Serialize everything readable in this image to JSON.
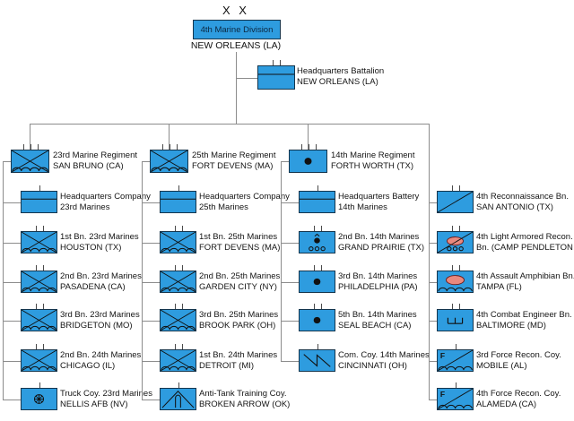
{
  "division": {
    "echelon": "X X",
    "name": "4th Marine Division",
    "location": "NEW ORLEANS (LA)"
  },
  "hq_battalion": {
    "line1": "Headquarters Battalion",
    "line2": "NEW ORLEANS (LA)",
    "symbol": "hq",
    "ticks": 2
  },
  "columns": [
    {
      "regiment": {
        "line1": "23rd Marine Regiment",
        "line2": "SAN BRUNO (CA)",
        "symbol": "inf-amphib",
        "ticks": 3
      },
      "units": [
        {
          "line1": "Headquarters Company",
          "line2": "23rd Marines",
          "symbol": "hq",
          "ticks": 1,
          "row": 0
        },
        {
          "line1": "1st Bn. 23rd Marines",
          "line2": "HOUSTON (TX)",
          "symbol": "inf-amphib",
          "ticks": 2,
          "row": 1
        },
        {
          "line1": "2nd Bn. 23rd Marines",
          "line2": "PASADENA (CA)",
          "symbol": "inf-amphib",
          "ticks": 2,
          "row": 2
        },
        {
          "line1": "3rd Bn. 23rd Marines",
          "line2": "BRIDGETON (MO)",
          "symbol": "inf-amphib",
          "ticks": 2,
          "row": 3
        },
        {
          "line1": "2nd Bn. 24th Marines",
          "line2": "CHICAGO (IL)",
          "symbol": "inf-amphib",
          "ticks": 2,
          "row": 4
        },
        {
          "line1": "Truck Coy. 23rd Marines",
          "line2": "NELLIS AFB (NV)",
          "symbol": "truck",
          "ticks": 1,
          "row": 5
        }
      ]
    },
    {
      "regiment": {
        "line1": "25th Marine Regiment",
        "line2": "FORT DEVENS (MA)",
        "symbol": "inf-amphib",
        "ticks": 3
      },
      "units": [
        {
          "line1": "Headquarters Company",
          "line2": "25th Marines",
          "symbol": "hq",
          "ticks": 1,
          "row": 0
        },
        {
          "line1": "1st Bn. 25th Marines",
          "line2": "FORT DEVENS (MA)",
          "symbol": "inf-amphib",
          "ticks": 2,
          "row": 1
        },
        {
          "line1": "2nd Bn. 25th Marines",
          "line2": "GARDEN CITY (NY)",
          "symbol": "inf-amphib",
          "ticks": 2,
          "row": 2
        },
        {
          "line1": "3rd Bn. 25th Marines",
          "line2": "BROOK PARK (OH)",
          "symbol": "inf-amphib",
          "ticks": 2,
          "row": 3
        },
        {
          "line1": "1st Bn. 24th Marines",
          "line2": "DETROIT (MI)",
          "symbol": "inf-amphib",
          "ticks": 2,
          "row": 4
        },
        {
          "line1": "Anti-Tank Training Coy.",
          "line2": "BROKEN ARROW (OK)",
          "symbol": "at-training",
          "ticks": 1,
          "row": 5
        }
      ]
    },
    {
      "regiment": {
        "line1": "14th Marine Regiment",
        "line2": "FORTH WORTH (TX)",
        "symbol": "arty",
        "ticks": 3
      },
      "units": [
        {
          "line1": "Headquarters Battery",
          "line2": "14th Marines",
          "symbol": "hq",
          "ticks": 1,
          "row": 0
        },
        {
          "line1": "2nd Bn. 14th Marines",
          "line2": "GRAND PRAIRIE (TX)",
          "symbol": "arty-towed",
          "ticks": 2,
          "row": 1
        },
        {
          "line1": "3rd Bn. 14th Marines",
          "line2": "PHILADELPHIA (PA)",
          "symbol": "arty",
          "ticks": 2,
          "row": 2
        },
        {
          "line1": "5th Bn. 14th Marines",
          "line2": "SEAL BEACH (CA)",
          "symbol": "arty",
          "ticks": 2,
          "row": 3
        },
        {
          "line1": "Com. Coy. 14th Marines",
          "line2": "CINCINNATI (OH)",
          "symbol": "signal",
          "ticks": 1,
          "row": 4
        }
      ]
    },
    {
      "regiment": null,
      "units": [
        {
          "line1": "4th Reconnaissance Bn.",
          "line2": "SAN ANTONIO (TX)",
          "symbol": "recon",
          "ticks": 2,
          "row": 0
        },
        {
          "line1": "4th Light Armored Recon.",
          "line2": "Bn. (CAMP PENDLETON",
          "symbol": "lar",
          "ticks": 2,
          "row": 1
        },
        {
          "line1": "4th Assault Amphibian Bn.",
          "line2": "TAMPA (FL)",
          "symbol": "aav",
          "ticks": 2,
          "row": 2
        },
        {
          "line1": "4th Combat Engineer Bn.",
          "line2": "BALTIMORE (MD)",
          "symbol": "engineer",
          "ticks": 2,
          "row": 3
        },
        {
          "line1": "3rd Force Recon. Coy.",
          "line2": "MOBILE (AL)",
          "symbol": "force-recon",
          "ticks": 1,
          "row": 4
        },
        {
          "line1": "4th Force Recon. Coy.",
          "line2": "ALAMEDA (CA)",
          "symbol": "force-recon",
          "ticks": 1,
          "row": 5
        }
      ]
    }
  ],
  "colors": {
    "unit_fill": "#2E9CDF",
    "armor_fill": "#E9897E",
    "connector": "#8C8C8C"
  }
}
